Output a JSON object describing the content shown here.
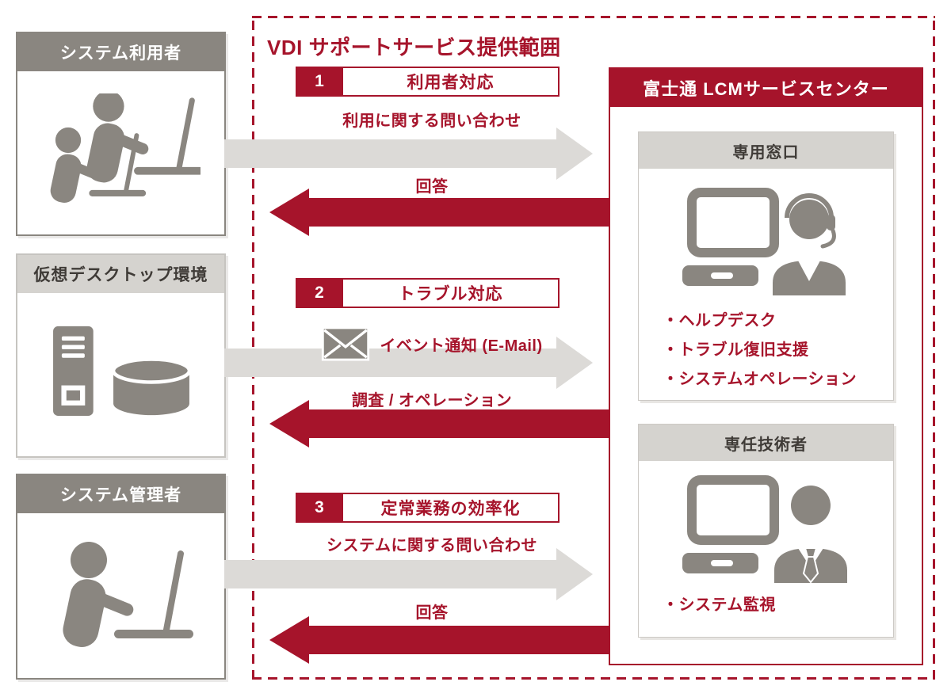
{
  "title": "VDI サポートサービス提供範囲",
  "colors": {
    "brand_red": "#a6142b",
    "gray": "#8a8680",
    "light_gray": "#d5d3cf",
    "arrow_gray": "#dcdad7"
  },
  "actors": [
    {
      "name": "システム利用者",
      "icon": "two-users-laptop-icon"
    },
    {
      "name": "仮想デスクトップ環境",
      "icon": "server-database-icon"
    },
    {
      "name": "システム管理者",
      "icon": "admin-laptop-icon"
    }
  ],
  "flows": [
    {
      "num": "1",
      "label": "利用者対応",
      "request": "利用に関する問い合わせ",
      "response": "回答"
    },
    {
      "num": "2",
      "label": "トラブル対応",
      "request": "イベント通知 (E-Mail)",
      "response": "調査 / オペレーション"
    },
    {
      "num": "3",
      "label": "定常業務の効率化",
      "request": "システムに関する問い合わせ",
      "response": "回答"
    }
  ],
  "service_center": {
    "title": "富士通 LCMサービスセンター",
    "groups": [
      {
        "title": "専用窓口",
        "icon": "helpdesk-operator-icon",
        "items": [
          "・ヘルプデスク",
          "・トラブル復旧支援",
          "・システムオペレーション"
        ]
      },
      {
        "title": "専任技術者",
        "icon": "engineer-icon",
        "items": [
          "・システム監視"
        ]
      }
    ]
  }
}
